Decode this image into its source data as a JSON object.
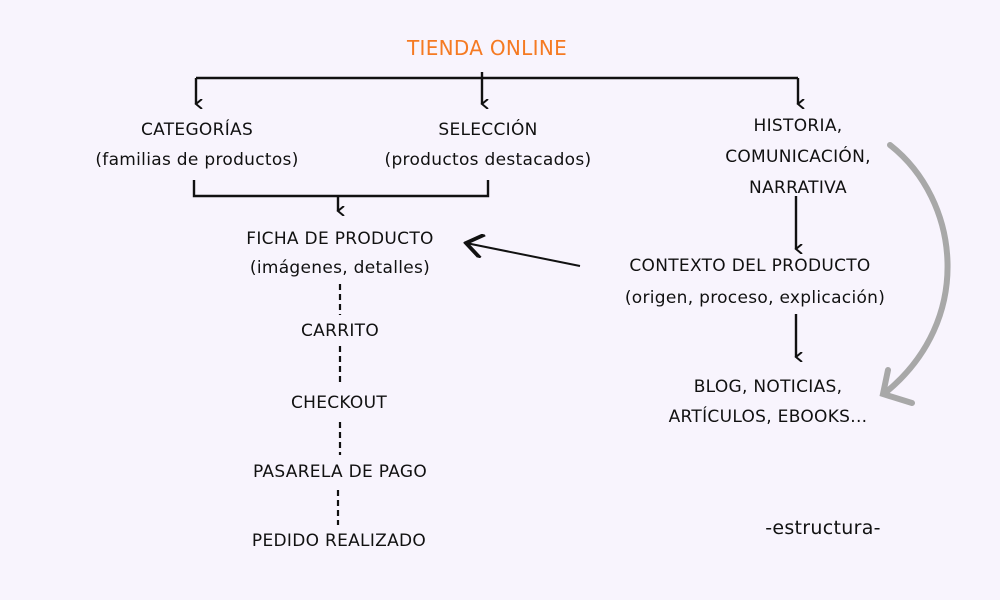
{
  "title": "TIENDA ONLINE",
  "colors": {
    "title": "#f57a22",
    "background": "#f8f4fd",
    "lines": "#111111",
    "curve": "#a8a8a8"
  },
  "nodes": {
    "categorias": {
      "label": "CATEGORÍAS",
      "sub": "(familias de productos)"
    },
    "seleccion": {
      "label": "SELECCIÓN",
      "sub": "(productos destacados)"
    },
    "historia": {
      "line1": "HISTORIA,",
      "line2": "COMUNICACIÓN,",
      "line3": "NARRATIVA"
    },
    "ficha": {
      "label": "FICHA DE PRODUCTO",
      "sub": "(imágenes, detalles)"
    },
    "contexto": {
      "label": "CONTEXTO DEL PRODUCTO",
      "sub": "(origen, proceso, explicación)"
    },
    "blog": {
      "line1": "BLOG, NOTICIAS,",
      "line2": "ARTÍCULOS, EBOOKS..."
    },
    "carrito": "CARRITO",
    "checkout": "CHECKOUT",
    "pasarela": "PASARELA DE PAGO",
    "pedido": "PEDIDO REALIZADO"
  },
  "caption": "-estructura-"
}
